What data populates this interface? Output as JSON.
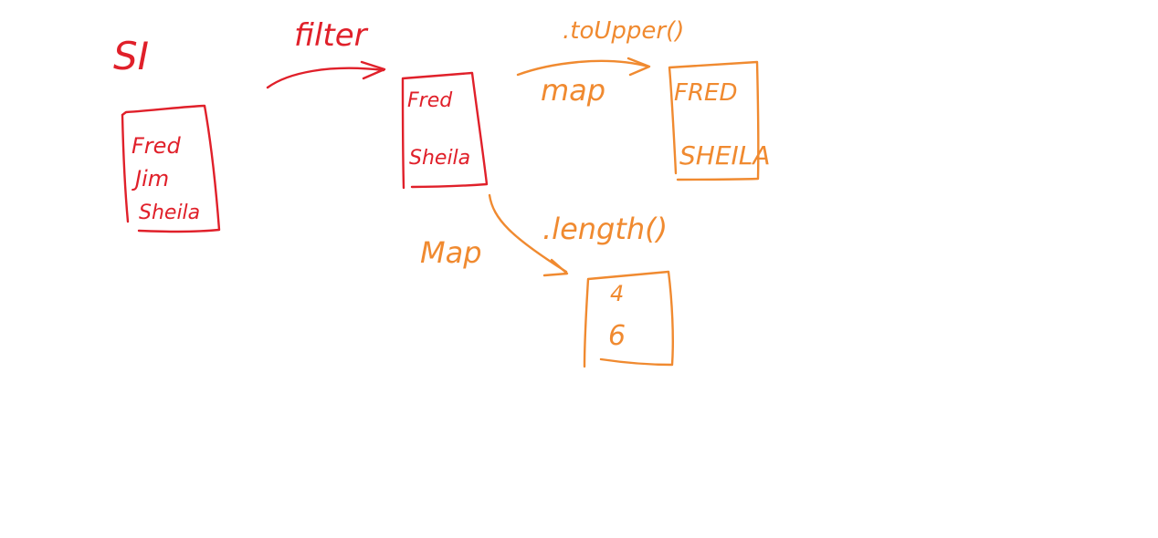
{
  "colors": {
    "red": "#e0202a",
    "orange": "#f08a30",
    "background": "#ffffff"
  },
  "source_label": "SI",
  "source_list": {
    "items": [
      "Fred",
      "Jim",
      "Sheila"
    ]
  },
  "filter_step": {
    "label": "filter"
  },
  "filtered_list": {
    "items": [
      "Fred",
      "Sheila"
    ]
  },
  "upper_step": {
    "method": ".toUpper()",
    "label": "map"
  },
  "upper_list": {
    "items": [
      "FRED",
      "SHEILA"
    ]
  },
  "length_step": {
    "method": ".length()",
    "label": "Map"
  },
  "length_list": {
    "items": [
      "4",
      "6"
    ]
  }
}
